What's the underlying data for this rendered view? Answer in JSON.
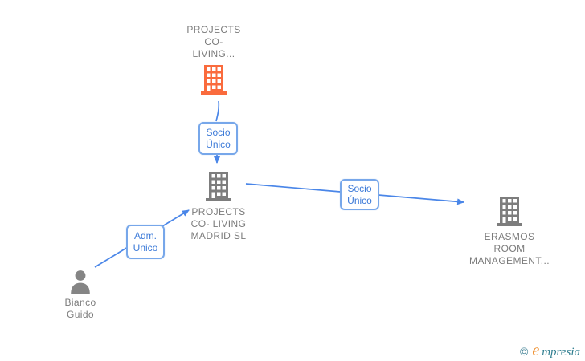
{
  "diagram": {
    "type": "corporate-ownership-graph",
    "background": "#ffffff"
  },
  "colors": {
    "edge_blue": "#4a86e8",
    "label_text_blue": "#3c7ad8",
    "label_border_blue": "#77a7ea",
    "node_icon_gray": "#7d7d7d",
    "node_icon_orange": "#fa6b3d",
    "node_text_gray": "#7b7b7b",
    "brand_teal": "#2f7e90",
    "brand_orange": "#ee8f2f"
  },
  "nodes": {
    "top_company": {
      "line1": "PROJECTS",
      "line2": "CO-",
      "line3": "LIVING...",
      "icon": "building-icon",
      "icon_color": "#fa6b3d"
    },
    "mid_company": {
      "line1": "PROJECTS",
      "line2": "CO- LIVING",
      "line3": "MADRID SL",
      "icon": "building-icon",
      "icon_color": "#7d7d7d"
    },
    "right_company": {
      "line1": "ERASMOS",
      "line2": "ROOM",
      "line3": "MANAGEMENT...",
      "icon": "building-icon",
      "icon_color": "#7d7d7d"
    },
    "person": {
      "line1": "Bianco",
      "line2": "Guido",
      "icon": "person-icon",
      "icon_color": "#858585"
    }
  },
  "edge_labels": {
    "socio_unico_top": {
      "line1": "Socio",
      "line2": "Único"
    },
    "socio_unico_right": {
      "line1": "Socio",
      "line2": "Único"
    },
    "adm_unico": {
      "line1": "Adm.",
      "line2": "Unico"
    }
  },
  "edges": [
    {
      "from": "top_company",
      "to": "mid_company",
      "label": "Socio Único"
    },
    {
      "from": "mid_company",
      "to": "right_company",
      "label": "Socio Único"
    },
    {
      "from": "person",
      "to": "mid_company",
      "label": "Adm. Unico"
    }
  ],
  "watermark": {
    "copyright_symbol": "©",
    "brand_initial": "e",
    "brand_rest": "mpresia"
  }
}
